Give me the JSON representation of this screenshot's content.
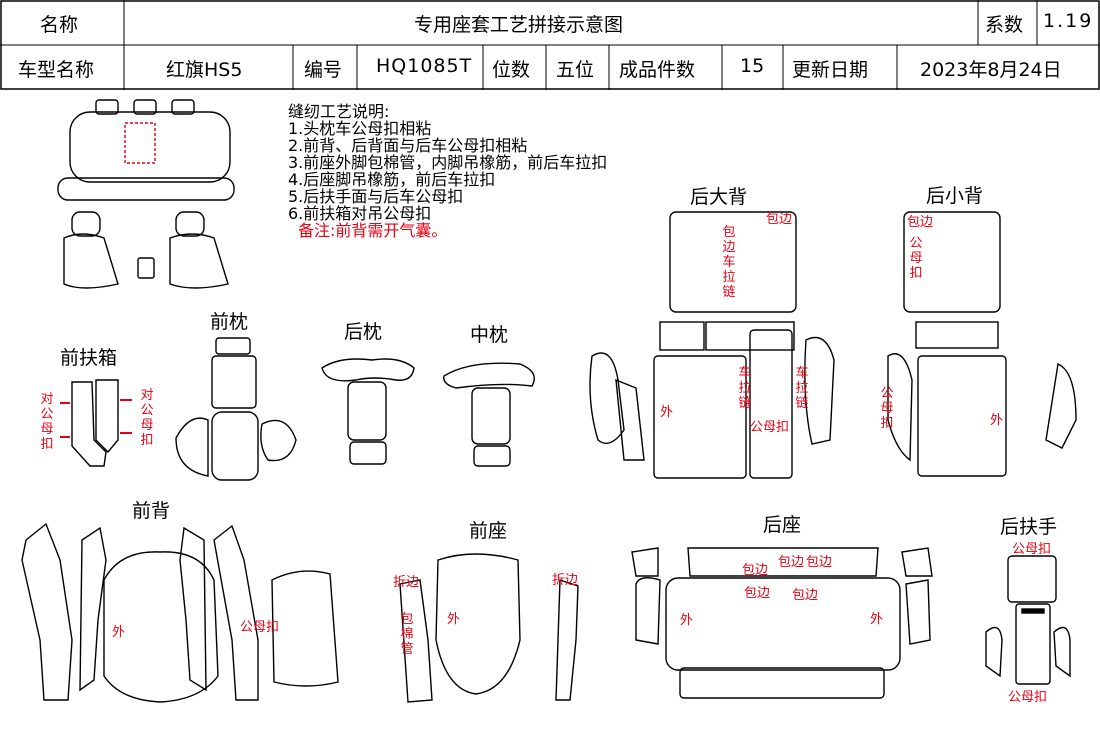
{
  "header": {
    "name_label": "名称",
    "title": "专用座套工艺拼接示意图",
    "coef_label": "系数",
    "coef_value": "1.19",
    "model_label": "车型名称",
    "model_value": "红旗HS5",
    "code_label": "编号",
    "code_value": "HQ1085T",
    "seats_label": "位数",
    "seats_value": "五位",
    "pieces_label": "成品件数",
    "pieces_value": "15",
    "date_label": "更新日期",
    "date_value": "2023年8月24日"
  },
  "notes": {
    "title": "缝纫工艺说明:",
    "items": [
      "1.头枕车公母扣相粘",
      "2.前背、后背面与后车公母扣相粘",
      "3.前座外脚包棉管，内脚吊橡筋，前后车拉扣",
      "4.后座脚吊橡筋，前后车拉扣",
      "5.后扶手面与后车公母扣",
      "6.前扶箱对吊公母扣"
    ],
    "remark": "备注:前背需开气囊。"
  },
  "sections": {
    "front_box": "前扶箱",
    "front_pillow": "前枕",
    "rear_pillow": "后枕",
    "mid_pillow": "中枕",
    "rear_big_back": "后大背",
    "rear_small_back": "后小背",
    "front_back": "前背",
    "front_seat": "前座",
    "rear_seat": "后座",
    "rear_armrest": "后扶手"
  },
  "labels": {
    "dui_gongmukou": "对公母扣",
    "bao_bian": "包边",
    "bao_bian_che_lalian": "包边车拉链",
    "gongmukou": "公母扣",
    "wai": "外",
    "che_lalian": "车拉链",
    "zhe_bian": "折边",
    "bao_mianguan": "包棉管"
  },
  "colors": {
    "annotation": "#e60012",
    "line": "#000000"
  }
}
